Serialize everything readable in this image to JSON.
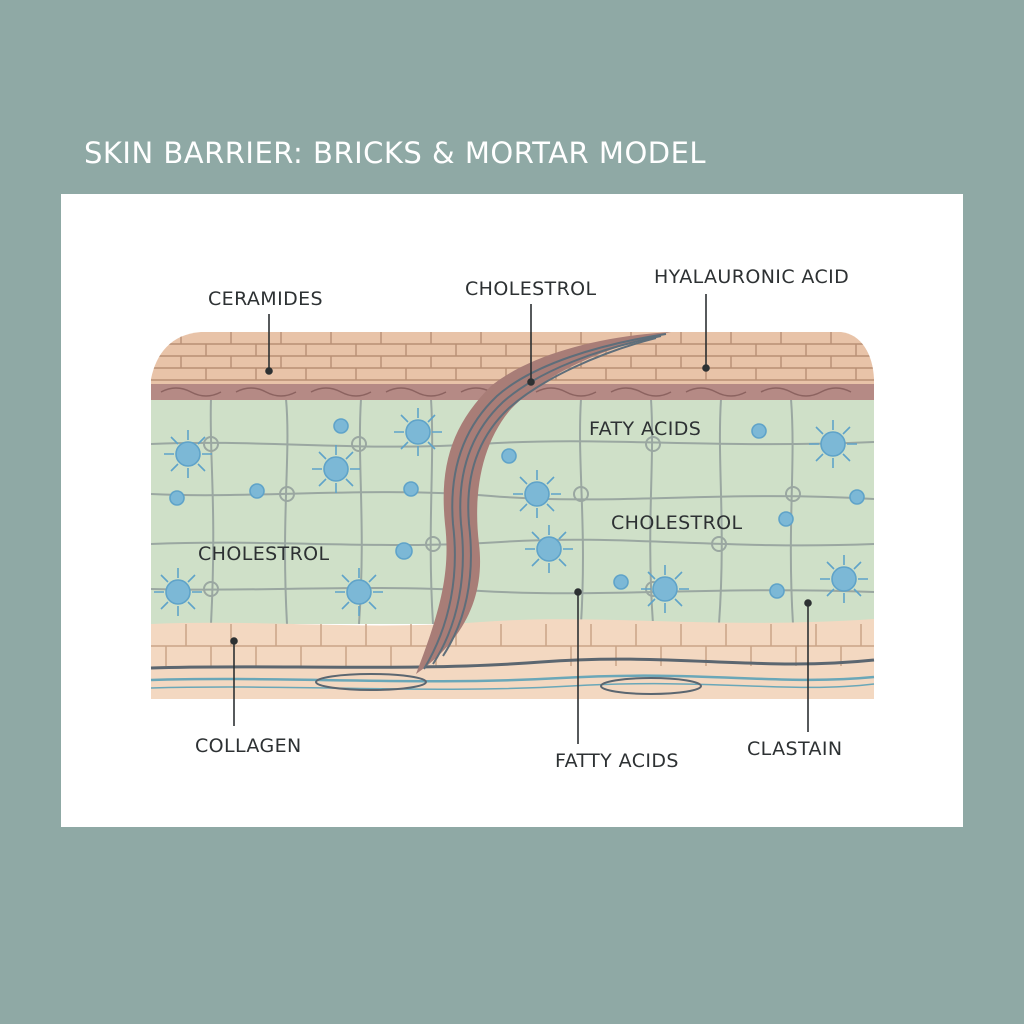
{
  "title": "SKIN BARRIER: BRICKS & MORTAR MODEL",
  "labels": {
    "ceramides": "CERAMIDES",
    "cholestrol_top": "CHOLESTROL",
    "hyaluronic_acid": "HYALAURONIC ACID",
    "faty_acids": "FATY ACIDS",
    "cholestrol_right": "CHOLESTROL",
    "cholestrol_left": "CHOLESTROL",
    "collagen": "COLLAGEN",
    "fatty_acids_bottom": "FATTY ACIDS",
    "clastain": "CLASTAIN"
  },
  "colors": {
    "background": "#8fa9a5",
    "panel": "#ffffff",
    "top_layer": "#e8c3a8",
    "mortar_layer": "#cfe0c8",
    "bottom_layer": "#f3d8c1",
    "cells": "#7cb8d6",
    "hair": "#a87d77"
  }
}
